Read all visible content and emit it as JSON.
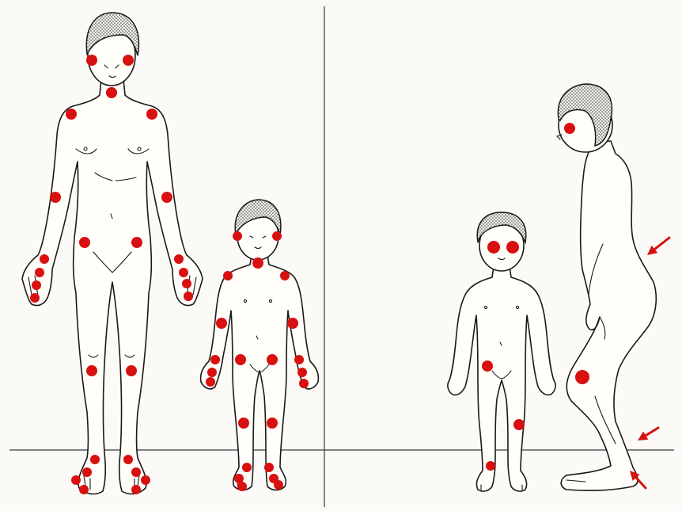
{
  "colors": {
    "marker": "#d8100f",
    "background": "#fbfaf6",
    "outline": "#1a1a1a"
  },
  "figures": [
    {
      "name": "adult-woman-front",
      "panel": "left"
    },
    {
      "name": "child-front",
      "panel": "left"
    },
    {
      "name": "child-front",
      "panel": "right"
    },
    {
      "name": "boy-side",
      "panel": "right"
    }
  ],
  "arrows": [
    {
      "name": "arrow-lower-back"
    },
    {
      "name": "arrow-achilles"
    },
    {
      "name": "arrow-heel"
    }
  ]
}
